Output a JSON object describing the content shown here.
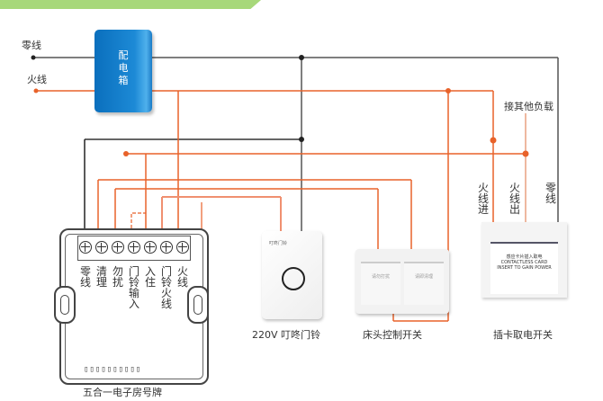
{
  "title": "布线 接线示意图",
  "colors": {
    "live": "#e8622a",
    "neutral": "#444444",
    "box": "#1a82cf",
    "banner": "#a7d87a"
  },
  "mains": {
    "neutral_label": "零线",
    "live_label": "火线"
  },
  "distribution_box": {
    "label": "配电箱"
  },
  "other_load_label": "接其他负载",
  "card_switch": {
    "wire_labels": [
      "火线进",
      "火线出",
      "零线"
    ],
    "face_text": [
      "感应卡片插入取电",
      "CONTACTLESS CARD",
      "INSERT TO GAIN POWER"
    ],
    "caption": "插卡取电开关"
  },
  "doorbell": {
    "face_text": "叮咚门铃",
    "caption": "220V 叮咚门铃"
  },
  "bedside_switch": {
    "keys": [
      "请勿打扰",
      "请即清理"
    ],
    "caption": "床头控制开关"
  },
  "number_plate": {
    "terminals": [
      "零线",
      "清理",
      "勿扰",
      "门铃输入",
      "入住",
      "门铃火线",
      "火线"
    ],
    "caption": "五合一电子房号牌"
  }
}
